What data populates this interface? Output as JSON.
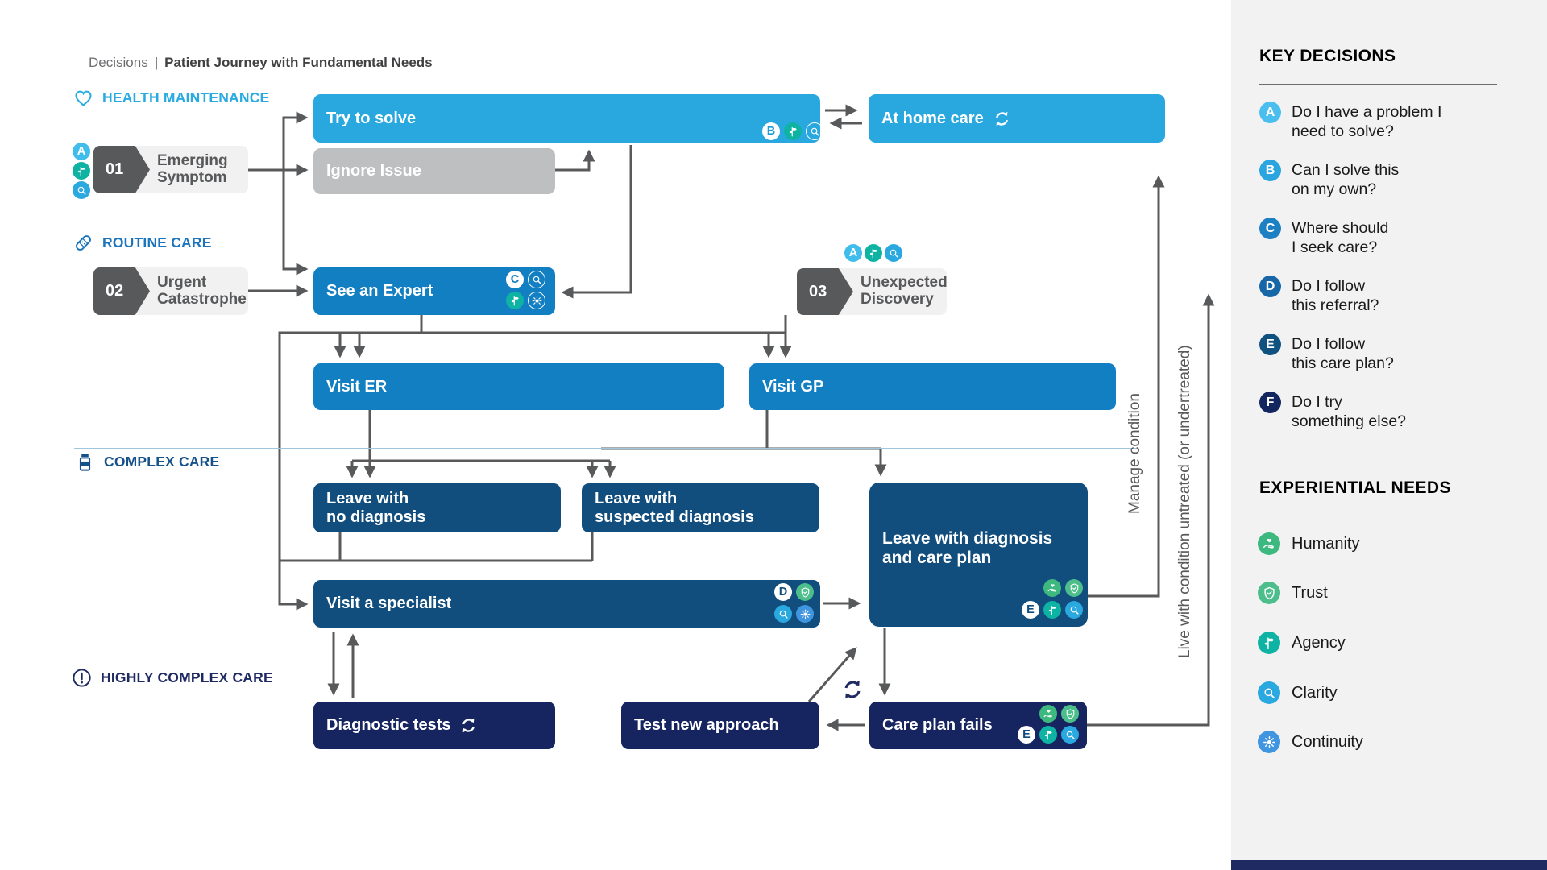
{
  "header": {
    "breadcrumb": "Decisions",
    "separator": "|",
    "title": "Patient Journey with Fundamental Needs"
  },
  "lanes": [
    {
      "id": "health-maintenance",
      "label": "HEALTH MAINTENANCE",
      "icon": "heart-icon",
      "color": "#29ABE2"
    },
    {
      "id": "routine-care",
      "label": "ROUTINE CARE",
      "icon": "bandage-icon",
      "color": "#1C75BC"
    },
    {
      "id": "complex-care",
      "label": "COMPLEX CARE",
      "icon": "pill-bottle-icon",
      "color": "#16528A"
    },
    {
      "id": "highly-complex-care",
      "label": "HIGHLY COMPLEX CARE",
      "icon": "alert-icon",
      "color": "#1F2A63"
    }
  ],
  "triggers": [
    {
      "number": "01",
      "lines": [
        "Emerging",
        "Symptom"
      ]
    },
    {
      "number": "02",
      "lines": [
        "Urgent",
        "Catastrophe"
      ]
    },
    {
      "number": "03",
      "lines": [
        "Unexpected",
        "Discovery"
      ]
    }
  ],
  "nodes": {
    "try_to_solve": "Try to solve",
    "ignore_issue": "Ignore Issue",
    "at_home_care": "At home care",
    "see_an_expert": "See an Expert",
    "visit_er": "Visit ER",
    "visit_gp": "Visit GP",
    "leave_no_diagnosis": {
      "lines": [
        "Leave with",
        "no diagnosis"
      ]
    },
    "leave_suspected": {
      "lines": [
        "Leave with",
        "suspected diagnosis"
      ]
    },
    "leave_care_plan": {
      "lines": [
        "Leave with diagnosis",
        "and care plan"
      ]
    },
    "visit_specialist": "Visit a specialist",
    "diagnostic_tests": "Diagnostic tests",
    "test_new_approach": "Test new approach",
    "care_plan_fails": "Care plan fails"
  },
  "flow_labels": {
    "manage": "Manage condition",
    "live": "Live with condition untreated (or undertreated)"
  },
  "sidebar": {
    "key_decisions": {
      "title": "KEY DECISIONS",
      "items": [
        {
          "letter": "A",
          "lines": [
            "Do I have a problem I",
            "need to solve?"
          ],
          "color": "#4ABFEF"
        },
        {
          "letter": "B",
          "lines": [
            "Can I solve this",
            "on my own?"
          ],
          "color": "#2AA5DF"
        },
        {
          "letter": "C",
          "lines": [
            "Where should",
            "I seek care?"
          ],
          "color": "#1C80C3"
        },
        {
          "letter": "D",
          "lines": [
            "Do I follow",
            "this referral?"
          ],
          "color": "#1767A8"
        },
        {
          "letter": "E",
          "lines": [
            "Do I follow",
            "this care plan?"
          ],
          "color": "#0F5280"
        },
        {
          "letter": "F",
          "lines": [
            "Do I try",
            "something else?"
          ],
          "color": "#14265E"
        }
      ]
    },
    "experiential_needs": {
      "title": "EXPERIENTIAL NEEDS",
      "items": [
        {
          "name": "Humanity",
          "icon": "humanity-icon",
          "color": "#3DB87E"
        },
        {
          "name": "Trust",
          "icon": "trust-icon",
          "color": "#4CBE8C"
        },
        {
          "name": "Agency",
          "icon": "agency-icon",
          "color": "#0FB3A3"
        },
        {
          "name": "Clarity",
          "icon": "clarity-icon",
          "color": "#2AA8E0"
        },
        {
          "name": "Continuity",
          "icon": "continuity-icon",
          "color": "#4095E0"
        }
      ]
    }
  },
  "palette": {
    "bright_blue": "#29A8E0",
    "medium_blue": "#127FC2",
    "navy": "#124E7D",
    "dark_navy": "#162560",
    "gray_box": "#BDBFC1",
    "arrow_gray": "#58595B",
    "sidebar_bg": "#F2F2F3",
    "lane_divider": "#9FC6DE"
  }
}
